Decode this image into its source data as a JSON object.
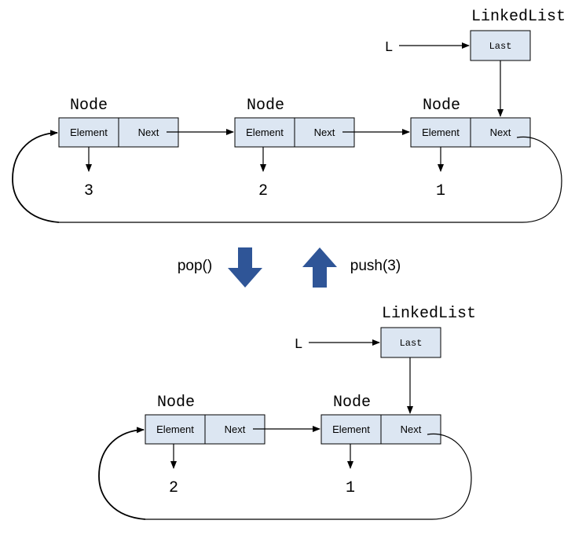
{
  "colors": {
    "box_fill": "#dce6f2",
    "arrow_blue": "#2f5597"
  },
  "top": {
    "list_title": "LinkedList",
    "list_var": "L",
    "last_label": "Last",
    "nodes": [
      {
        "title": "Node",
        "element_label": "Element",
        "next_label": "Next",
        "value": "3"
      },
      {
        "title": "Node",
        "element_label": "Element",
        "next_label": "Next",
        "value": "2"
      },
      {
        "title": "Node",
        "element_label": "Element",
        "next_label": "Next",
        "value": "1"
      }
    ]
  },
  "operations": {
    "pop_label": "pop()",
    "push_label": "push(3)"
  },
  "bottom": {
    "list_title": "LinkedList",
    "list_var": "L",
    "last_label": "Last",
    "nodes": [
      {
        "title": "Node",
        "element_label": "Element",
        "next_label": "Next",
        "value": "2"
      },
      {
        "title": "Node",
        "element_label": "Element",
        "next_label": "Next",
        "value": "1"
      }
    ]
  }
}
